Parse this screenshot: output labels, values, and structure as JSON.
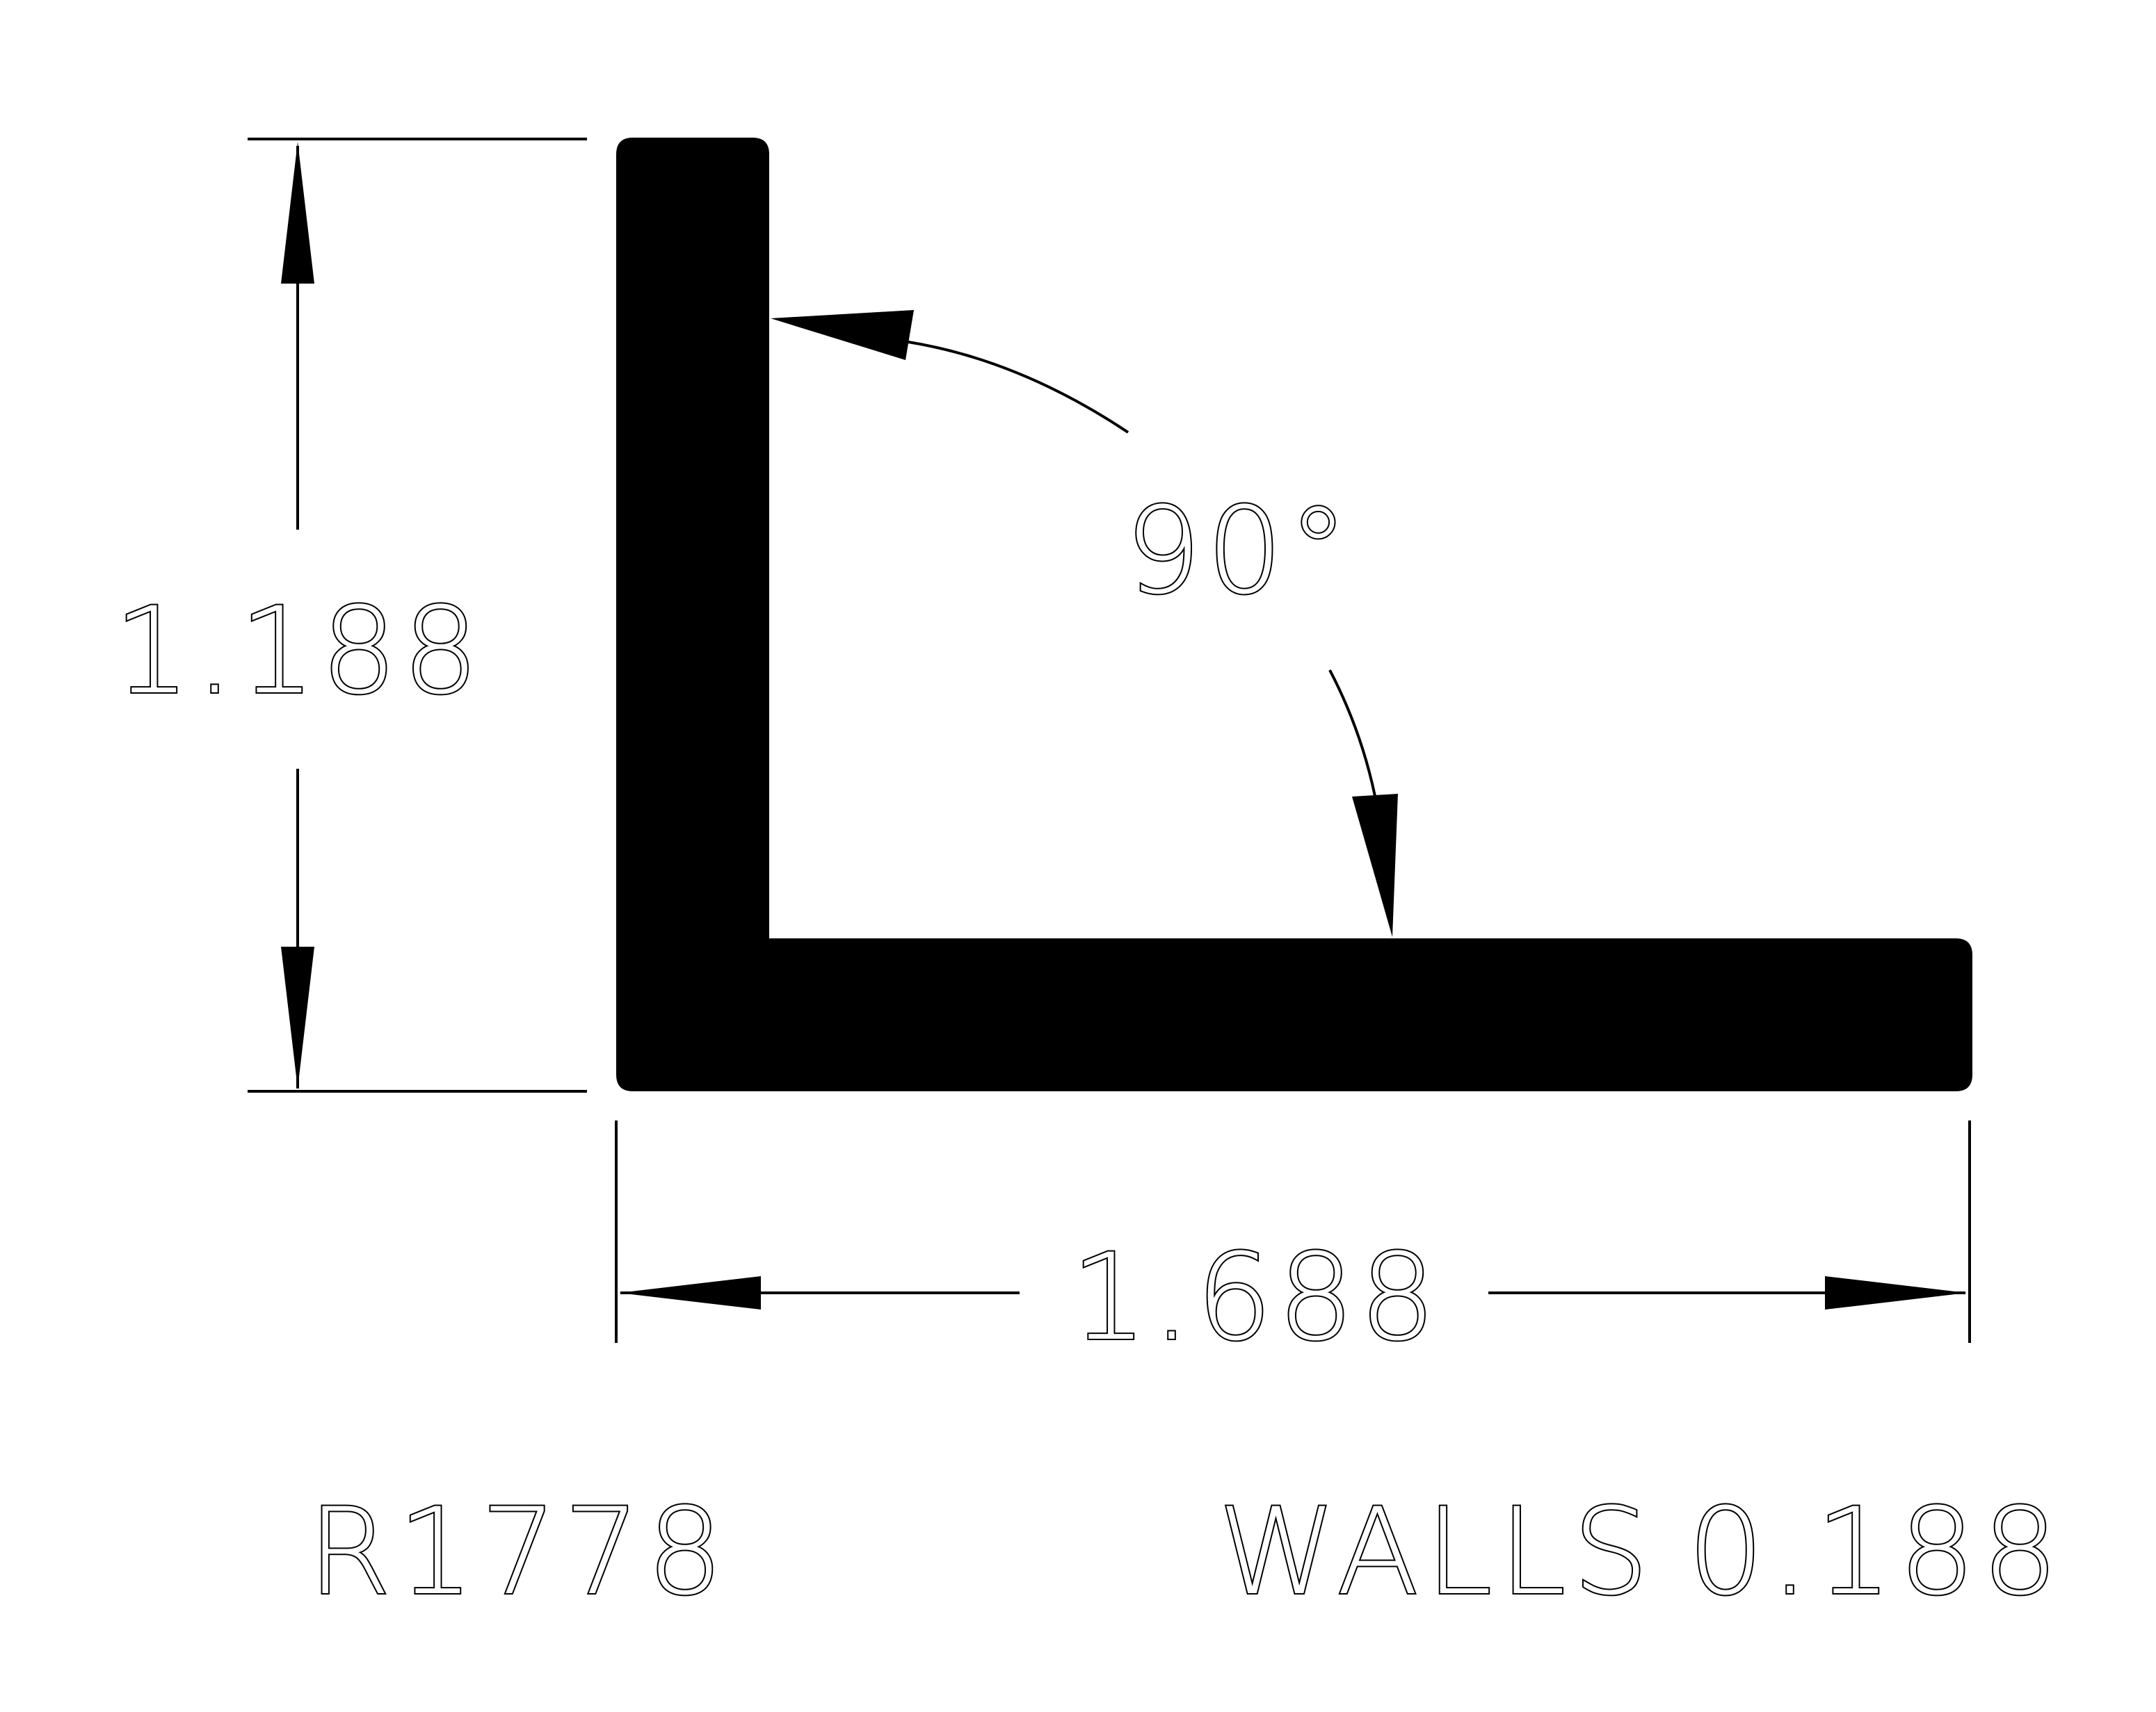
{
  "part_number": "R1778",
  "walls_label": "WALLS",
  "walls_value": "0.188",
  "dimensions": {
    "height": "1.188",
    "width": "1.688",
    "angle": "90°"
  },
  "colors": {
    "profile": "#000000",
    "background": "#ffffff"
  }
}
